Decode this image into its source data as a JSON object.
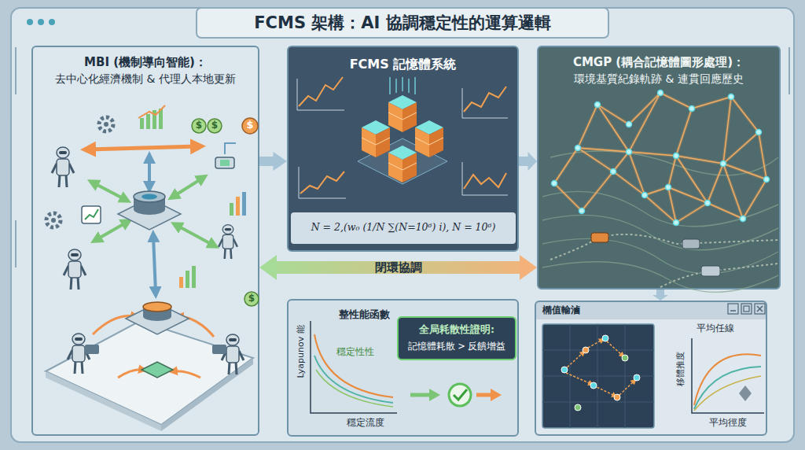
{
  "diagram": {
    "title": "FCMS 架構：AI 協調穩定性的運算邏輯",
    "nodes": [
      {
        "text": [
          "MBI (機制導向智能)：",
          "去中心化經濟機制 & 代理人本地更新"
        ]
      },
      {
        "text": [
          "FCMS 記憶體系統"
        ]
      },
      {
        "text": [
          "CMGP (耦合記憶體圖形處理)：",
          "環境基質紀錄軌跡 & 連貫回應歷史"
        ]
      },
      {
        "text": [
          "整性能函數"
        ]
      },
      {
        "text": [
          "全局耗散性證明:",
          "記憶體耗散 > 反饋增益"
        ],
        "in": 3
      },
      {
        "text": [
          "橢值輸滷"
        ]
      }
    ],
    "edges": [
      {
        "from": 0,
        "to": 1,
        "arrow": "to"
      },
      {
        "from": 1,
        "to": 2,
        "arrow": "to"
      },
      {
        "from": 2,
        "to": 5,
        "arrow": "to"
      },
      {
        "from": 0,
        "to": 2,
        "arrow": "both",
        "label": "閉環協調"
      }
    ],
    "labels": [
      "$",
      "$",
      "$",
      "$",
      "N = 2,(w₀ (1/N ∑(N=10⁶) i), N = 10⁶)",
      "Lyapunov 能",
      "穩定性性",
      "穩定流度",
      "平均任線",
      "移體推度",
      "平均徑度"
    ]
  }
}
